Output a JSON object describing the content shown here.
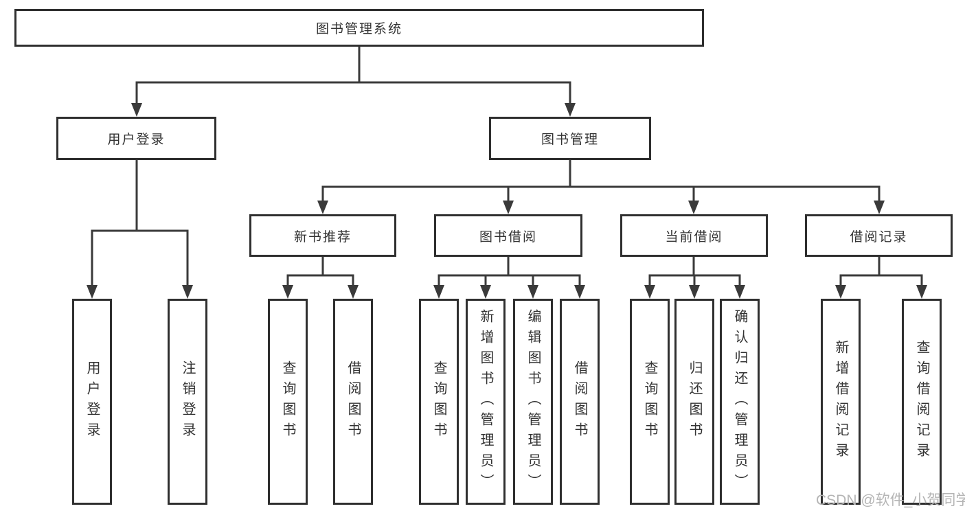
{
  "tree": {
    "label": "图书管理系统",
    "children": [
      {
        "label": "用户登录",
        "children": [
          {
            "label": "用户登录"
          },
          {
            "label": "注销登录"
          }
        ]
      },
      {
        "label": "图书管理",
        "children": [
          {
            "label": "新书推荐",
            "children": [
              {
                "label": "查询图书"
              },
              {
                "label": "借阅图书"
              }
            ]
          },
          {
            "label": "图书借阅",
            "children": [
              {
                "label": "查询图书"
              },
              {
                "label": "新增图书（管理员）"
              },
              {
                "label": "编辑图书（管理员）"
              },
              {
                "label": "借阅图书"
              }
            ]
          },
          {
            "label": "当前借阅",
            "children": [
              {
                "label": "查询图书"
              },
              {
                "label": "归还图书"
              },
              {
                "label": "确认归还（管理员）"
              }
            ]
          },
          {
            "label": "借阅记录",
            "children": [
              {
                "label": "新增借阅记录"
              },
              {
                "label": "查询借阅记录"
              }
            ]
          }
        ]
      }
    ]
  },
  "watermark": "CSDN @软件_小贺同学",
  "colors": {
    "line": "#3a3a3a",
    "box_border": "#2f2f2f",
    "text": "#333333",
    "watermark": "#b5b5b5",
    "background": "#ffffff"
  }
}
